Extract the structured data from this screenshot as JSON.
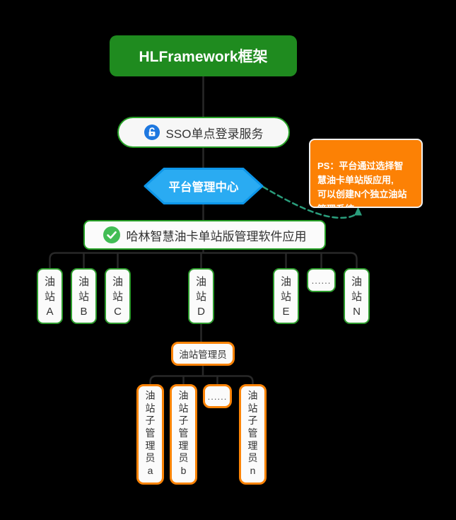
{
  "diagram": {
    "background": "#000000",
    "connector_color": "#282828",
    "note_link_color": "#2a9d7c",
    "title_node": {
      "label": "HLFramework框架",
      "bg": "#1f8b1f",
      "text_color": "#ffffff"
    },
    "sso_node": {
      "label": "SSO单点登录服务",
      "icon": "lock-icon",
      "icon_color": "#1e78e0",
      "border": "#27a127"
    },
    "platform_node": {
      "label": "平台管理中心",
      "fill": "#2aabf2",
      "border": "#0d96e9",
      "text_color": "#ffffff"
    },
    "note_node": {
      "text": "PS：平台通过选择智\n慧油卡单站版应用,\n可以创建N个独立油站\n管理系统",
      "bg": "#fc8105",
      "text_color": "#ffffff"
    },
    "app_node": {
      "label": "哈林智慧油卡单站版管理软件应用",
      "icon": "check-icon",
      "icon_color": "#42bd55",
      "border": "#27a127"
    },
    "stations": [
      {
        "label": "油站A"
      },
      {
        "label": "油站B"
      },
      {
        "label": "油站C"
      },
      {
        "label": "油站D"
      },
      {
        "label": "油站E"
      },
      {
        "label": "......"
      },
      {
        "label": "油站N"
      }
    ],
    "manager_node": {
      "label": "油站管理员",
      "border": "#fb8306"
    },
    "sub_admins": [
      {
        "label": "油站子管理员a"
      },
      {
        "label": "油站子管理员b"
      },
      {
        "label": "......"
      },
      {
        "label": "油站子管理员n"
      }
    ]
  }
}
